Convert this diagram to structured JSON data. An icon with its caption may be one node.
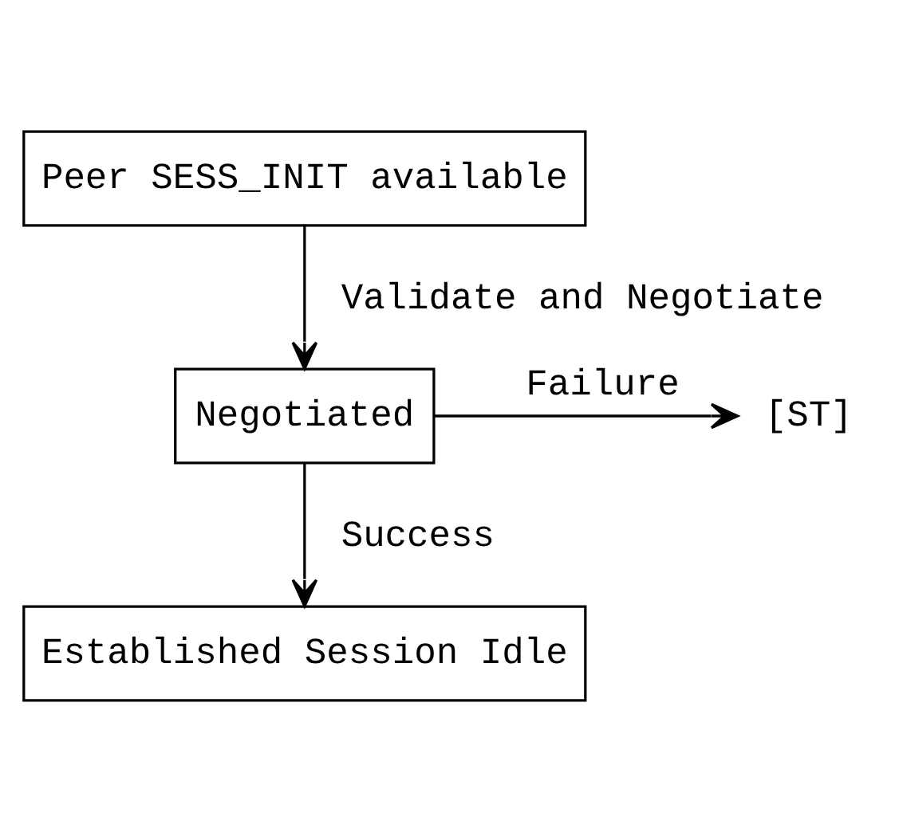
{
  "diagram": {
    "nodes": [
      {
        "text": [
          "Peer SESS_INIT available"
        ]
      },
      {
        "text": [
          "Negotiated"
        ]
      },
      {
        "text": [
          "[ST]"
        ]
      },
      {
        "text": [
          "Established Session Idle"
        ]
      }
    ],
    "edges": [
      {
        "from": 0,
        "to": 1,
        "arrow": "to",
        "label": "Validate and Negotiate"
      },
      {
        "from": 1,
        "to": 2,
        "arrow": "to",
        "label": "Failure"
      },
      {
        "from": 1,
        "to": 3,
        "arrow": "to",
        "label": "Success"
      }
    ]
  }
}
